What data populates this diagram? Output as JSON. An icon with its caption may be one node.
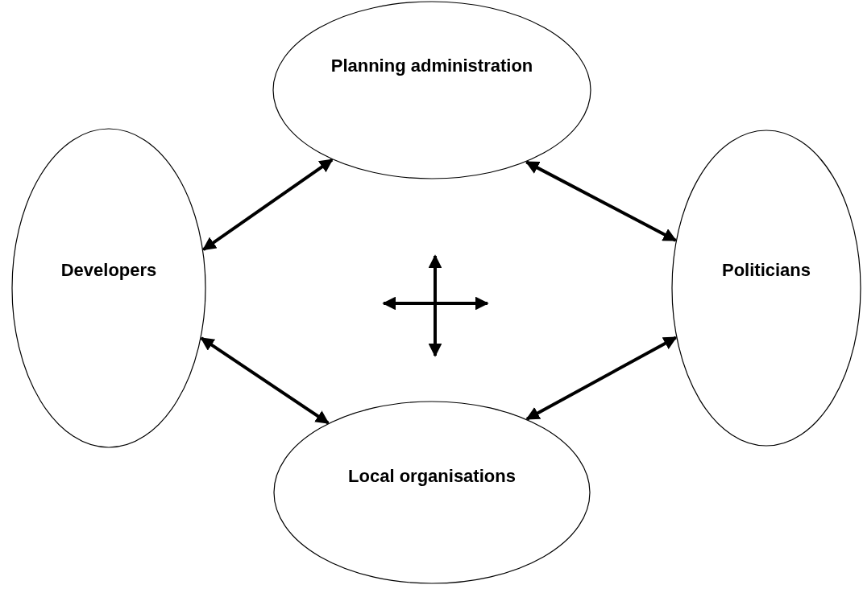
{
  "diagram": {
    "nodes": [
      {
        "text": [
          "Planning administration"
        ]
      },
      {
        "text": [
          "Developers"
        ]
      },
      {
        "text": [
          "Politicians"
        ]
      },
      {
        "text": [
          "Local organisations"
        ]
      }
    ],
    "edges": [
      {
        "from": 1,
        "to": 0,
        "arrow": "both"
      },
      {
        "from": 0,
        "to": 2,
        "arrow": "both"
      },
      {
        "from": 1,
        "to": 3,
        "arrow": "both"
      },
      {
        "from": 3,
        "to": 2,
        "arrow": "both"
      }
    ]
  }
}
